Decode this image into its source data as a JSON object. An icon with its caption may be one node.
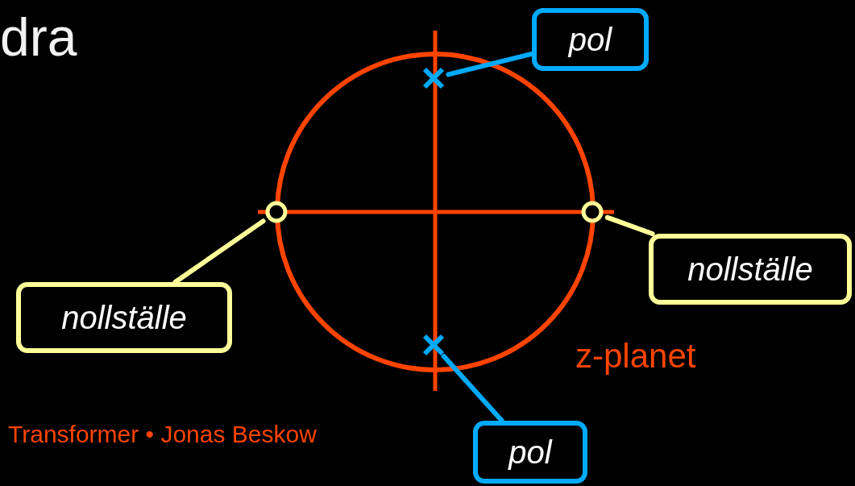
{
  "diagram": {
    "title": "dra",
    "nodes": [
      {
        "text": [
          "pol"
        ]
      },
      {
        "text": [],
        "shape": "cross"
      },
      {
        "text": [],
        "shape": "circle"
      },
      {
        "text": [],
        "shape": "circle"
      },
      {
        "text": [
          "nollställe"
        ]
      },
      {
        "text": [
          "nollställe"
        ]
      },
      {
        "text": [],
        "shape": "cross"
      },
      {
        "text": [
          "pol"
        ]
      }
    ],
    "edges": [
      {
        "from": 0,
        "to": 1,
        "arrow": "none"
      },
      {
        "from": 4,
        "to": 3,
        "arrow": "none",
        "color": "#ffff99"
      },
      {
        "from": 5,
        "to": 2,
        "arrow": "none",
        "color": "#ffff99"
      },
      {
        "from": 7,
        "to": 6,
        "arrow": "none"
      }
    ],
    "labels": [
      "z-planet",
      "Transformer • Jonas Beskow"
    ]
  }
}
